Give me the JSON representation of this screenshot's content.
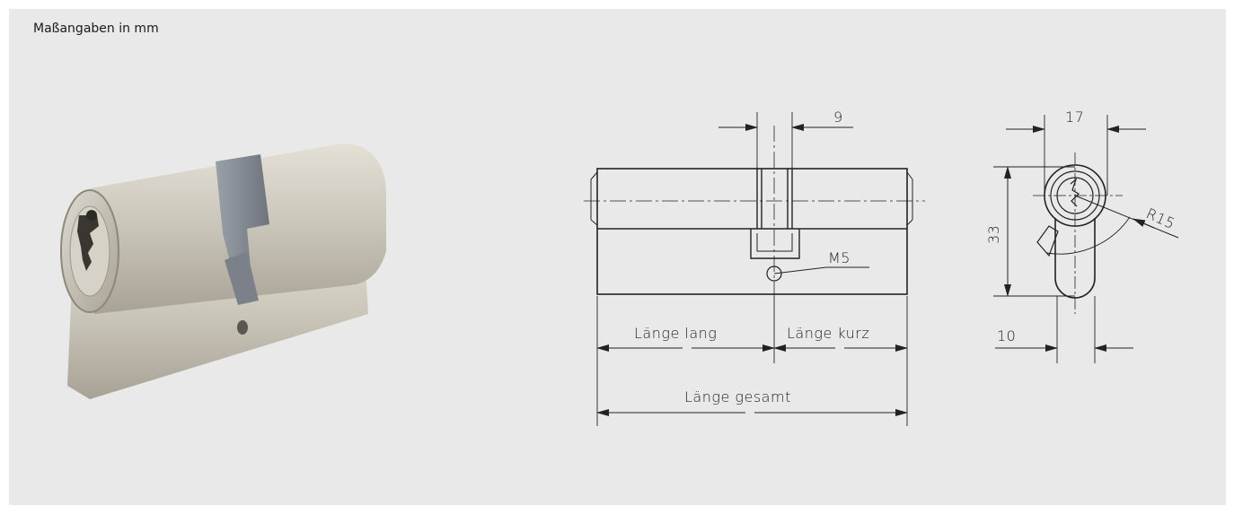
{
  "caption": "Maßangaben in mm",
  "photo": {
    "subject": "door cylinder lock (Profilzylinder) photo",
    "colors": {
      "body": "#c9c4b8",
      "cam": "#808690"
    }
  },
  "drawing": {
    "front_view": {
      "dim_top": "9",
      "thread": "M5",
      "length_long": "Länge lang",
      "length_short": "Länge kurz",
      "length_total": "Länge gesamt"
    },
    "side_view": {
      "dim_width": "17",
      "dim_height": "33",
      "dim_radius": "R15",
      "dim_bottom": "10"
    }
  },
  "colors": {
    "panel": "#e9e9e9",
    "line": "#222222"
  }
}
